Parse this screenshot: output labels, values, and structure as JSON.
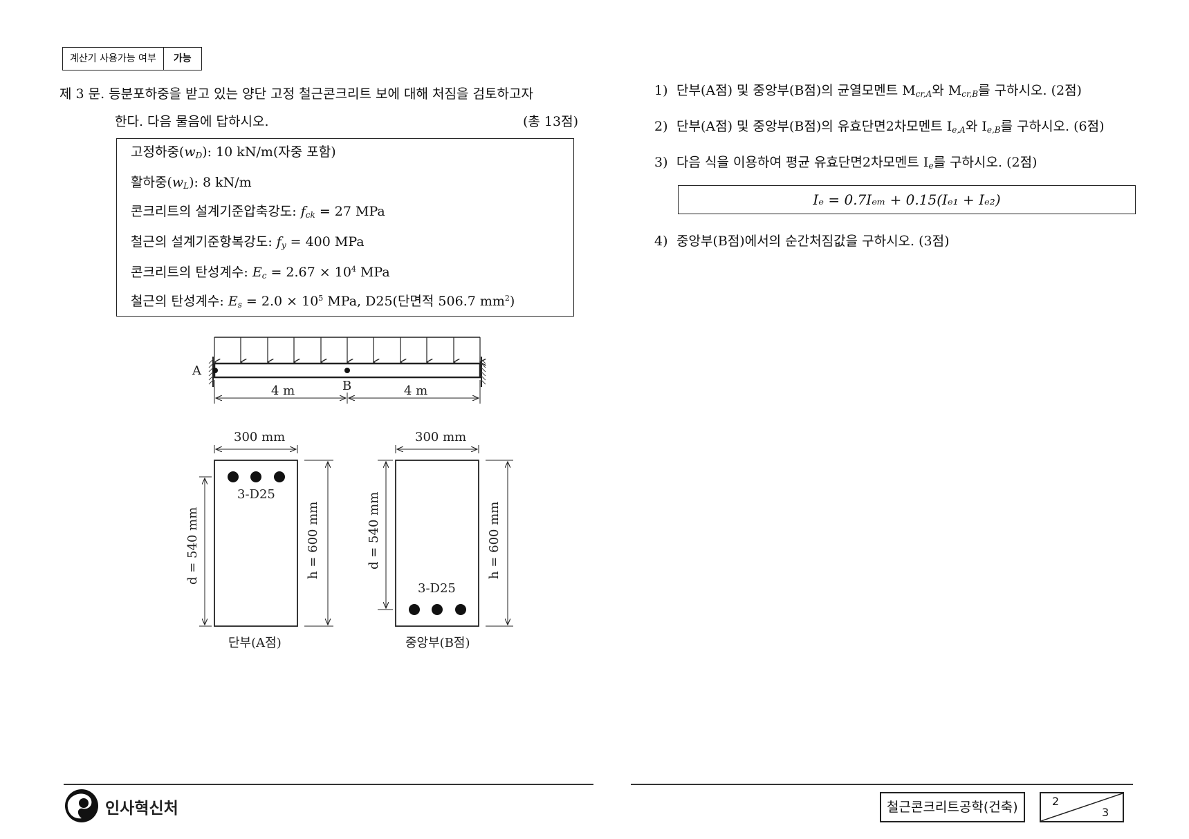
{
  "header": {
    "calculator_label": "계산기 사용가능 여부",
    "calculator_value": "가능"
  },
  "question": {
    "title_line1": "제 3 문. 등분포하중을 받고 있는 양단 고정 철근콘크리트 보에 대해 처짐을 검토하고자",
    "title_line2": "한다. 다음 물음에 답하시오.",
    "total_points": "(총 13점)"
  },
  "given": {
    "dead_load_label": "고정하중(",
    "dead_load_symbol": "w",
    "dead_load_sub": "D",
    "dead_load_value": "): 10 kN/m(자중 포함)",
    "live_load_label": "활하중(",
    "live_load_symbol": "w",
    "live_load_sub": "L",
    "live_load_value": "): 8 kN/m",
    "fck_label": "콘크리트의 설계기준압축강도: ",
    "fck_symbol": "f",
    "fck_sub": "ck",
    "fck_value": " = 27 MPa",
    "fy_label": "철근의 설계기준항복강도: ",
    "fy_symbol": "f",
    "fy_sub": "y",
    "fy_value": " = 400 MPa",
    "ec_label": "콘크리트의 탄성계수: ",
    "ec_symbol": "E",
    "ec_sub": "c",
    "ec_value": " = 2.67 × 10",
    "ec_exp": "4",
    "ec_unit": " MPa",
    "es_label": "철근의 탄성계수: ",
    "es_symbol": "E",
    "es_sub": "s",
    "es_value": " = 2.0 × 10",
    "es_exp": "5",
    "es_unit": " MPa, D25(단면적 506.7 mm",
    "es_area_exp": "2",
    "es_close": ")"
  },
  "figure": {
    "point_a": "A",
    "point_b": "B",
    "span_left": "4 m",
    "span_right": "4 m",
    "width_left": "300 mm",
    "width_right": "300 mm",
    "d_left": "d = 540 mm",
    "h_left": "h = 600 mm",
    "d_right": "d = 540 mm",
    "h_right": "h = 600 mm",
    "rebar_left": "3-D25",
    "rebar_right": "3-D25",
    "caption_left": "단부(A점)",
    "caption_right": "중앙부(B점)"
  },
  "subquestions": [
    {
      "num": "1)",
      "text": "단부(A점) 및 중앙부(B점)의 균열모멘트 M",
      "s1": "cr,A",
      "mid": "와 M",
      "s2": "cr,B",
      "end": "를 구하시오. (2점)"
    },
    {
      "num": "2)",
      "text": "단부(A점) 및 중앙부(B점)의 유효단면2차모멘트 I",
      "s1": "e,A",
      "mid": "와 I",
      "s2": "e,B",
      "end": "를 구하시오. (6점)"
    },
    {
      "num": "3)",
      "text": "다음 식을 이용하여 평균 유효단면2차모멘트 I",
      "s1": "e",
      "end": "를 구하시오. (2점)"
    },
    {
      "num": "4)",
      "text": "중앙부(B점)에서의 순간처짐값을 구하시오. (3점)"
    }
  ],
  "formula": "Iₑ = 0.7Iₑₘ + 0.15(Iₑ₁ + Iₑ₂)",
  "footer": {
    "logo_text": "인사혁신처",
    "subject": "철근콘크리트공학(건축)",
    "page_current": "2",
    "page_total": "3"
  }
}
